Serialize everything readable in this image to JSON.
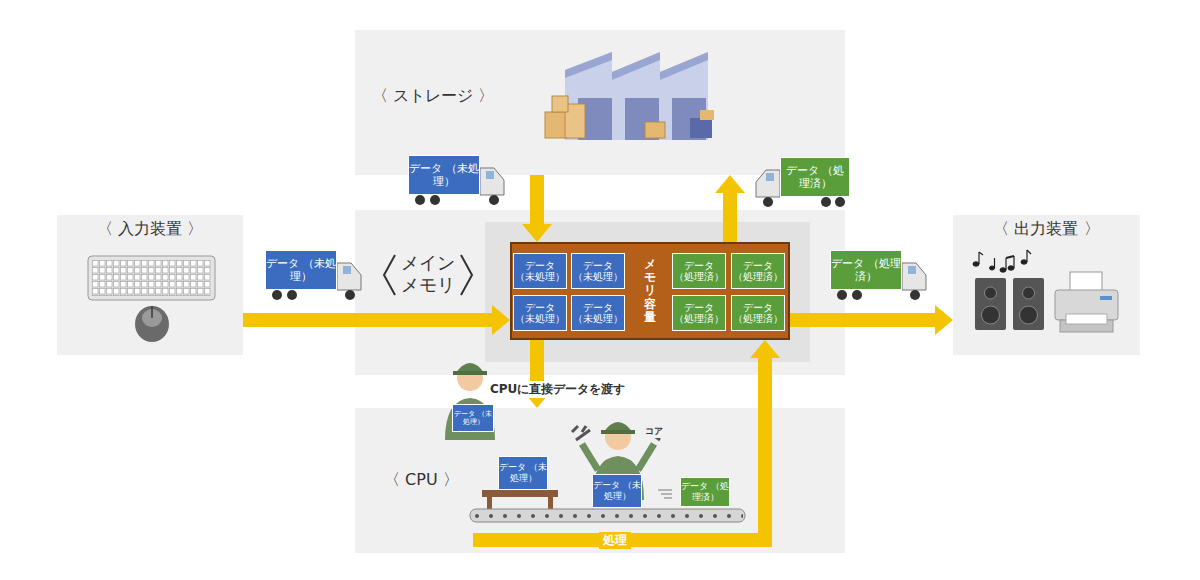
{
  "diagram": {
    "nodes": [
      {
        "text": [
          "〈 ストレージ 〉"
        ]
      },
      {
        "text": [
          "データ （未処理）"
        ]
      },
      {
        "text": [
          "データ （処理済）"
        ]
      },
      {
        "text": [
          "〈 入力装置 〉"
        ]
      },
      {
        "text": [
          "データ （未処理）"
        ]
      },
      {
        "text": [
          "メイン メモリ"
        ]
      },
      {
        "text": [
          "メモリ容量"
        ],
        "in": 5
      },
      {
        "text": [
          "データ （未処理）"
        ],
        "in": 6
      },
      {
        "text": [
          "データ （未処理）"
        ],
        "in": 6
      },
      {
        "text": [
          "データ （未処理）"
        ],
        "in": 6
      },
      {
        "text": [
          "データ （未処理）"
        ],
        "in": 6
      },
      {
        "text": [
          "データ （処理済）"
        ],
        "in": 6
      },
      {
        "text": [
          "データ （処理済）"
        ],
        "in": 6
      },
      {
        "text": [
          "データ （処理済）"
        ],
        "in": 6
      },
      {
        "text": [
          "データ （処理済）"
        ],
        "in": 6
      },
      {
        "text": [
          "データ （処理済）"
        ]
      },
      {
        "text": [
          "〈 出力装置 〉"
        ]
      },
      {
        "text": [
          "データ （未処理）"
        ]
      },
      {
        "text": [
          "〈 CPU 〉"
        ]
      },
      {
        "text": [
          "データ （未処理）"
        ],
        "in": 18
      },
      {
        "text": [
          "データ （未処理）"
        ],
        "in": 18
      },
      {
        "text": [
          "データ （処理済）"
        ],
        "in": 18
      }
    ],
    "edges": [
      {
        "from": 3,
        "to": 6,
        "arrow": "to"
      },
      {
        "from": 0,
        "to": 6,
        "arrow": "to"
      },
      {
        "from": 6,
        "to": 0,
        "arrow": "to"
      },
      {
        "from": 6,
        "to": 16,
        "arrow": "to"
      },
      {
        "from": 6,
        "to": 18,
        "arrow": "to"
      },
      {
        "from": 18,
        "to": 6,
        "label": "処理",
        "arrow": "to"
      }
    ],
    "labels": [
      "CPUに直接データを渡す",
      "コア"
    ]
  }
}
